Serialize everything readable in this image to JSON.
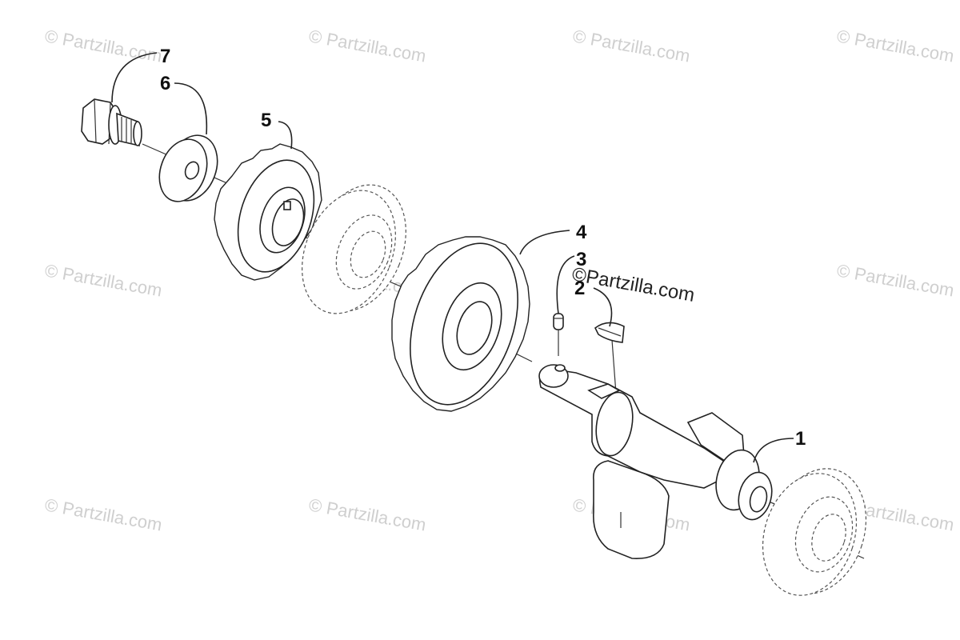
{
  "watermarks": {
    "text": "© Partzilla.com",
    "main": "©Partzilla.com"
  },
  "callouts": {
    "c1": "1",
    "c2": "2",
    "c3": "3",
    "c4": "4",
    "c5": "5",
    "c6": "6",
    "c7": "7"
  }
}
